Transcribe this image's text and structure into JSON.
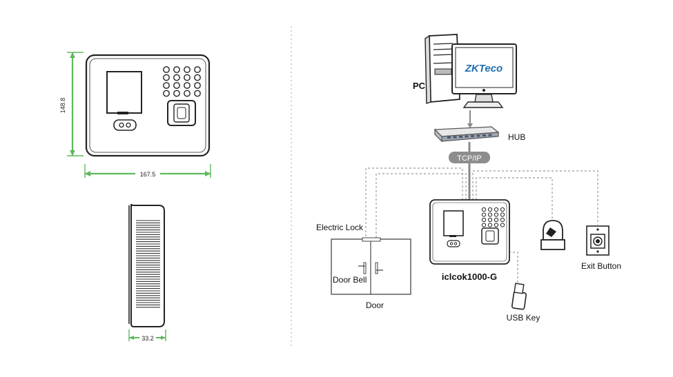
{
  "dimensions": {
    "height": "148.8",
    "width": "167.5",
    "depth": "33.2"
  },
  "colors": {
    "dimension_line": "#5cb85c",
    "divider": "#8fce8f",
    "device_stroke": "#222222",
    "brand_blue": "#1f6fb2",
    "tcpip_badge": "#8d8d8d"
  },
  "network": {
    "pc_label": "PC",
    "brand_logo": "ZKTeco",
    "hub_label": "HUB",
    "protocol_label": "TCP/IP",
    "electric_lock_label": "Electric Lock",
    "door_bell_label": "Door Bell",
    "door_label": "Door",
    "device_model": "iclcok1000-G",
    "usb_key_label": "USB Key",
    "exit_button_label": "Exit Button"
  },
  "icons": [
    "fingerprint-sensor-icon",
    "keypad-icon",
    "camera-icon",
    "usb-key-icon",
    "door-bell-icon",
    "exit-button-icon",
    "pc-tower-icon",
    "monitor-icon",
    "hub-icon"
  ]
}
